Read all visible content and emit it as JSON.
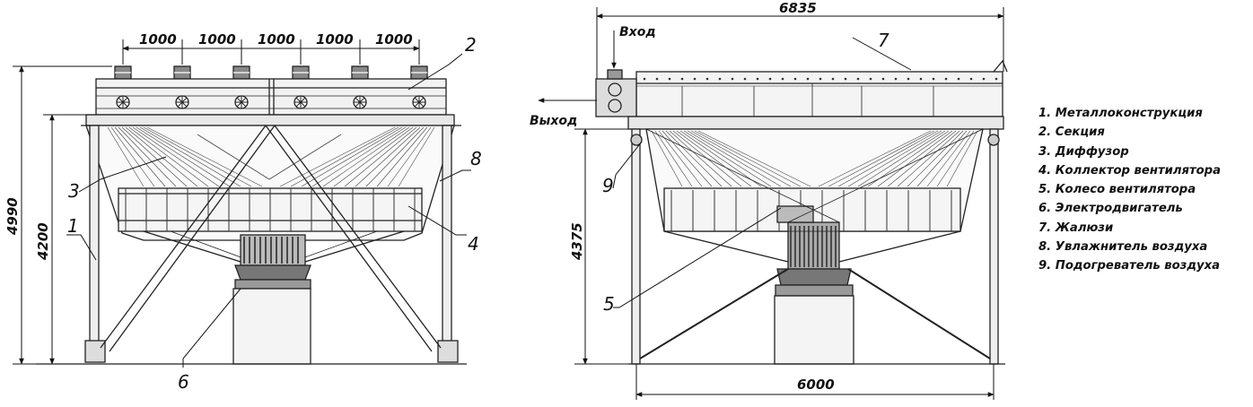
{
  "left_view": {
    "section_spacing": [
      "1000",
      "1000",
      "1000",
      "1000",
      "1000"
    ],
    "height_total": "4990",
    "height_frame": "4200",
    "callouts": [
      "1",
      "2",
      "3",
      "4",
      "6",
      "8"
    ]
  },
  "right_view": {
    "overall_width": "6835",
    "base_width": "6000",
    "height": "4375",
    "inlet_label": "Вход",
    "outlet_label": "Выход",
    "callouts": [
      "5",
      "7",
      "9"
    ]
  },
  "legend": [
    "1. Металлоконструкция",
    "2. Секция",
    "3. Диффузор",
    "4. Коллектор вентилятора",
    "5. Колесо вентилятора",
    "6. Электродвигатель",
    "7. Жалюзи",
    "8. Увлажнитель воздуха",
    "9. Подогреватель воздуха"
  ]
}
